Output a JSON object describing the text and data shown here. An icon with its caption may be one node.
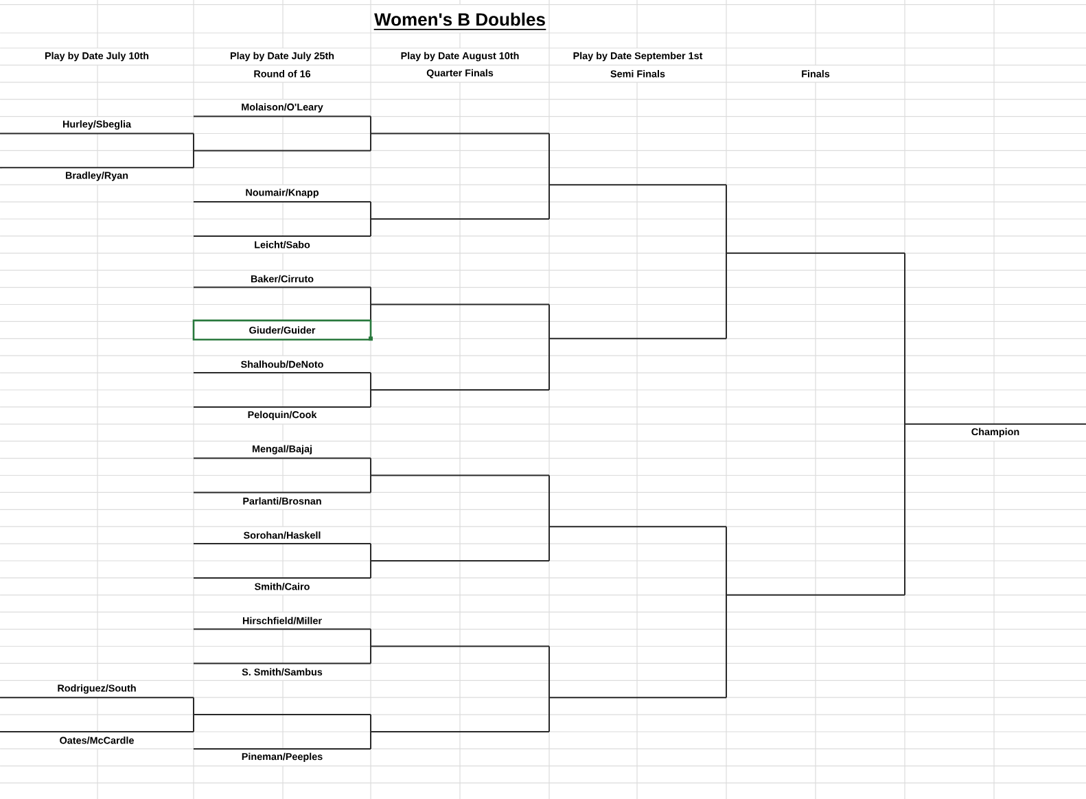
{
  "diagram": {
    "title": "Women's B Doubles",
    "nodes": [
      {
        "text": [
          "Molaison/O'Leary"
        ]
      },
      {
        "text": [
          "Hurley/Sbeglia"
        ]
      },
      {
        "text": [
          "Bradley/Ryan"
        ]
      },
      {
        "text": [
          "Noumair/Knapp"
        ]
      },
      {
        "text": [
          "Leicht/Sabo"
        ]
      },
      {
        "text": [
          "Baker/Cirruto"
        ]
      },
      {
        "text": [
          "Giuder/Guider"
        ]
      },
      {
        "text": [
          "Shalhoub/DeNoto"
        ]
      },
      {
        "text": [
          "Peloquin/Cook"
        ]
      },
      {
        "text": [
          "Mengal/Bajaj"
        ]
      },
      {
        "text": [
          "Parlanti/Brosnan"
        ]
      },
      {
        "text": [
          "Sorohan/Haskell"
        ]
      },
      {
        "text": [
          "Smith/Cairo"
        ]
      },
      {
        "text": [
          "Hirschfield/Miller"
        ]
      },
      {
        "text": [
          "S. Smith/Sambus"
        ]
      },
      {
        "text": [
          "Rodriguez/South"
        ]
      },
      {
        "text": [
          "Oates/McCardle"
        ]
      },
      {
        "text": [
          "Pineman/Peeples"
        ]
      },
      {
        "text": [
          "Champion"
        ]
      }
    ],
    "labels": [
      "Play by Date July 10th",
      "Play by Date July 25th",
      "Play by Date August 10th",
      "Play by Date September 1st",
      "Round of 16",
      "Quarter Finals",
      "Semi Finals",
      "Finals"
    ]
  }
}
